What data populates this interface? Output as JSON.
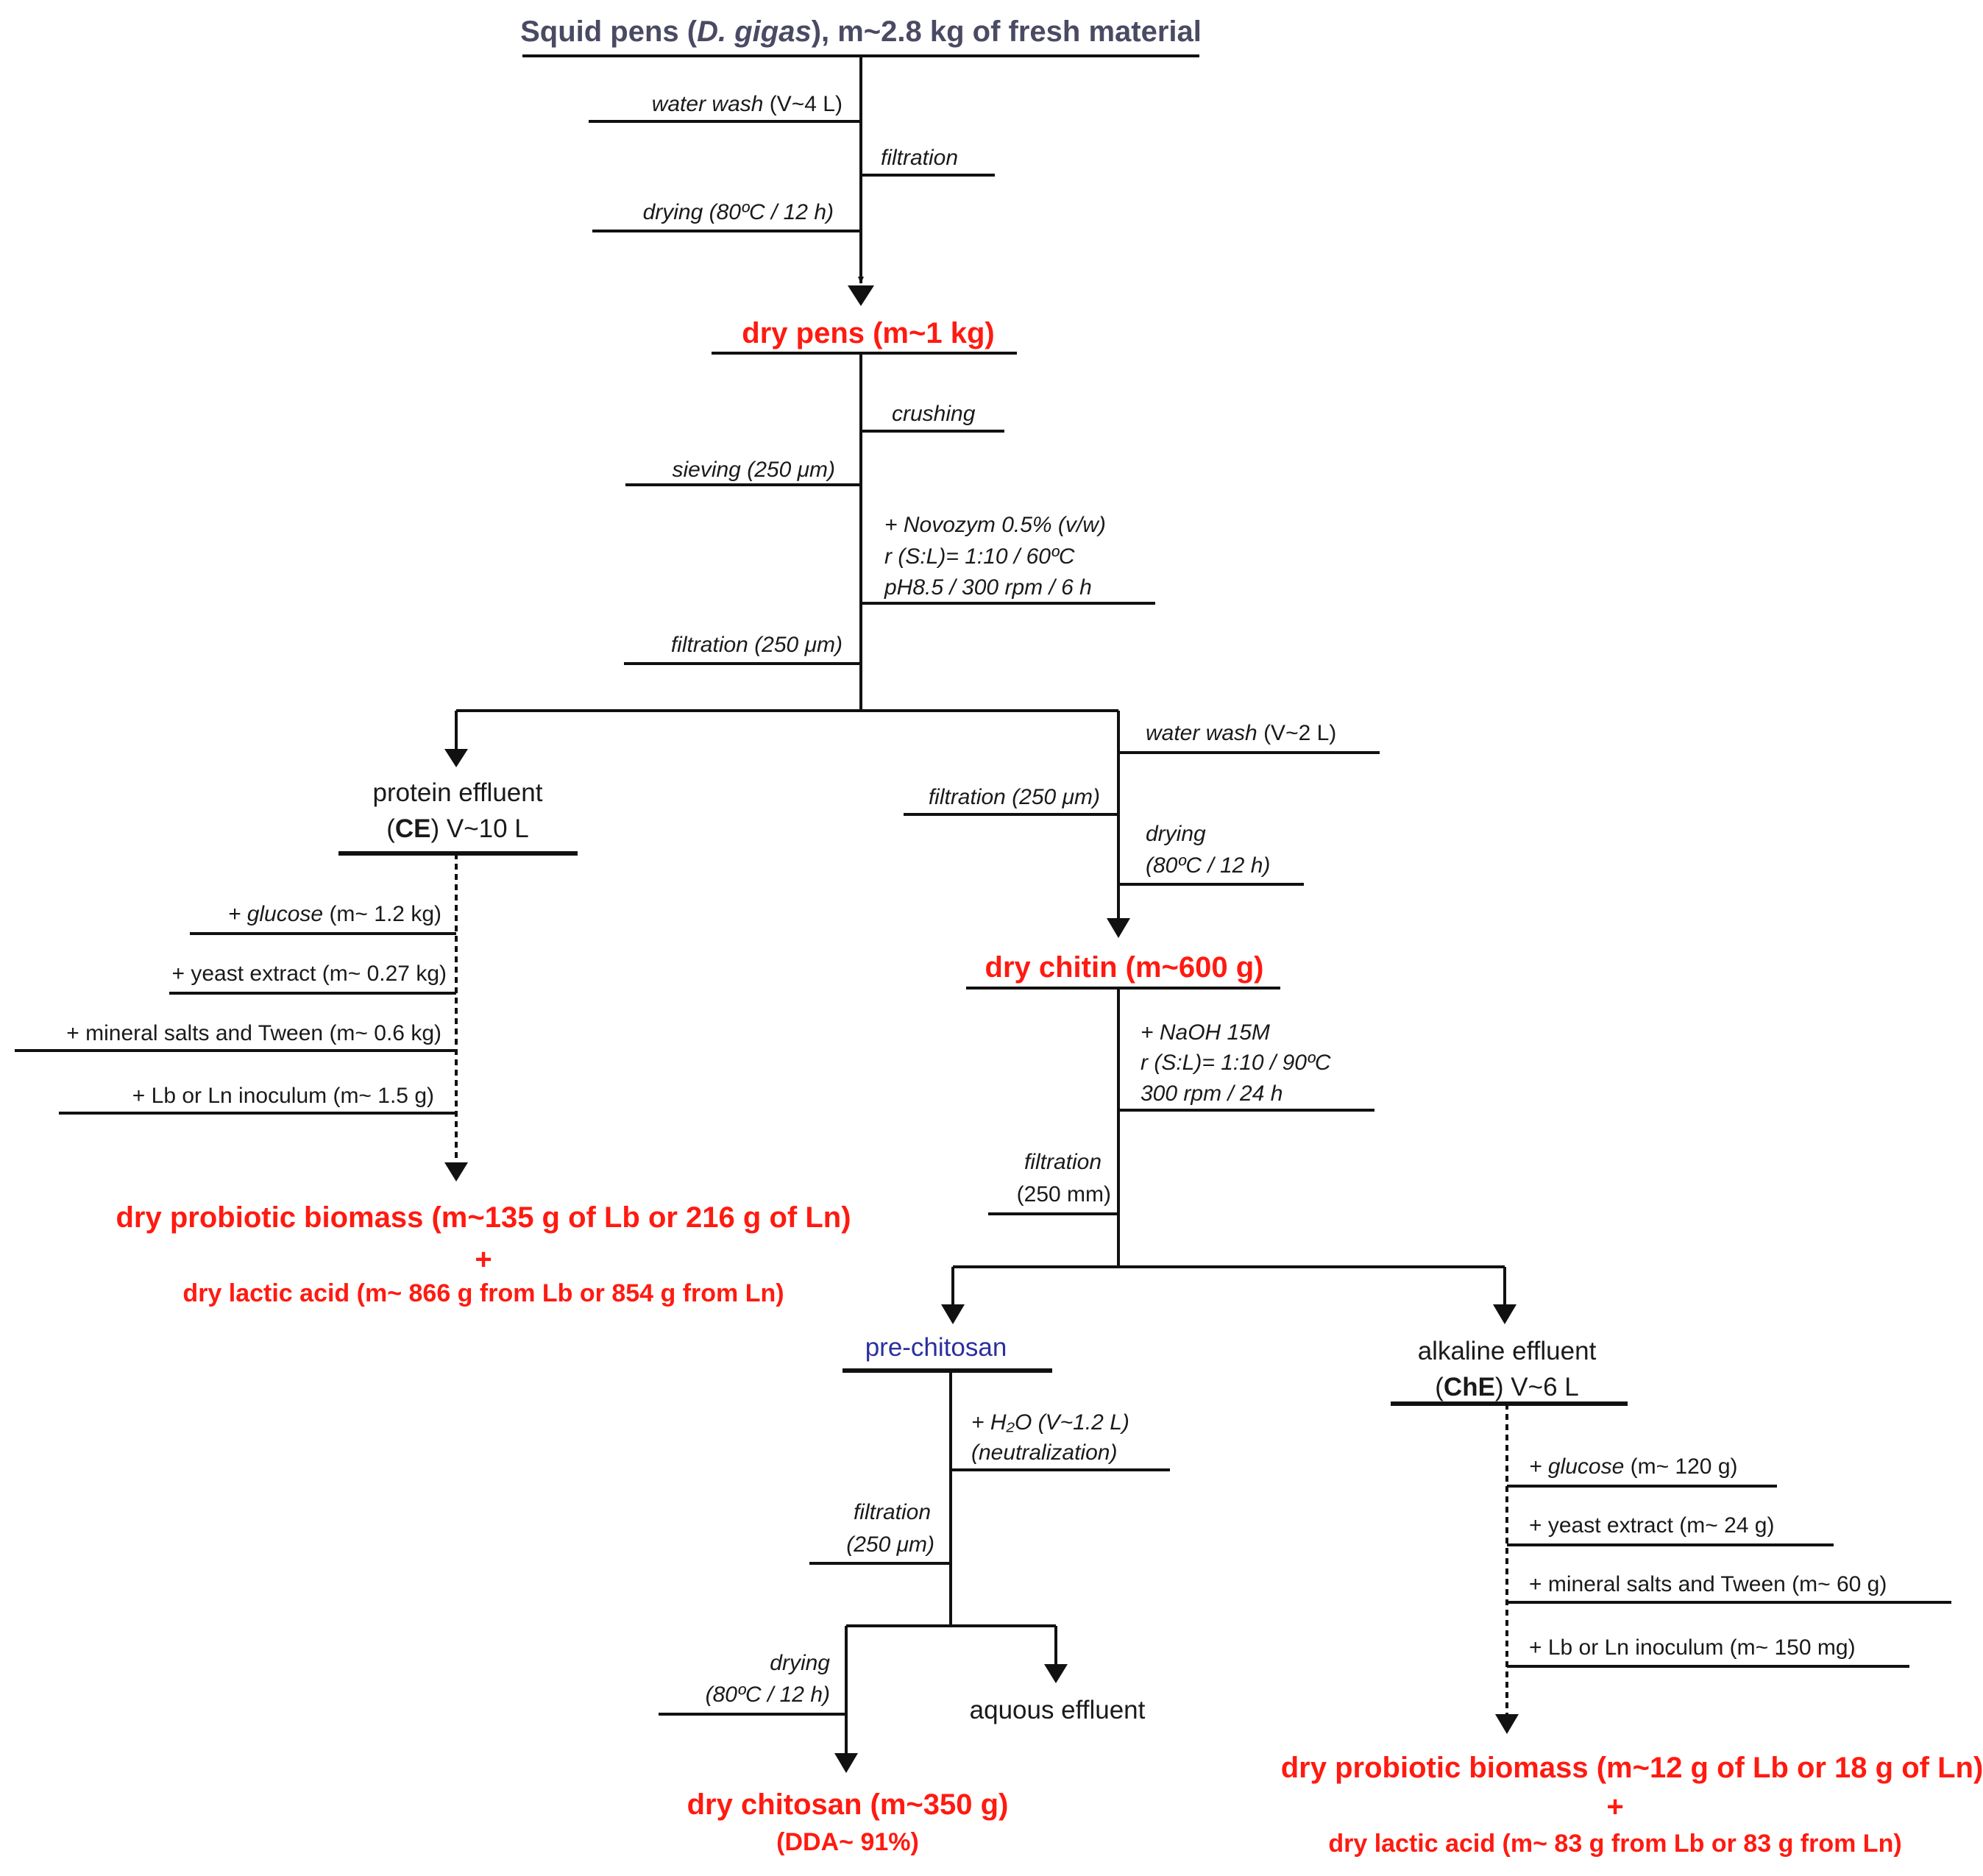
{
  "top": {
    "title_pre": "Squid pens (",
    "title_species": "D. gigas",
    "title_post": "), m~2.8 kg of fresh material",
    "water_wash_it": "water wash",
    "water_wash_val": " (V~4  L)",
    "filtration": "filtration",
    "drying": "drying (80ºC / 12 h)"
  },
  "pens": {
    "title": "dry pens (m~1 kg)",
    "crushing": "crushing",
    "sieving": "sieving (250 μm)",
    "enzyme": [
      "+ Novozym 0.5% (v/w)",
      "r (S:L)= 1:10 / 60ºC",
      "pH8.5 / 300 rpm / 6 h"
    ],
    "filtration": "filtration (250 μm)"
  },
  "protein": {
    "line1": "protein effluent",
    "code": "CE",
    "volume": " V~10 L",
    "add_glucose_it": "+ glucose",
    "add_glucose_val": " (m~ 1.2 kg)",
    "add_yeast": "+ yeast extract (m~ 0.27 kg)",
    "add_minerals": "+ mineral salts and Tween (m~ 0.6 kg)",
    "add_inoculum": "+ Lb or Ln inoculum (m~ 1.5 g)",
    "result1": "dry probiotic biomass (m~135 g of Lb or 216 g of Ln)",
    "plus": "+",
    "result2": "dry lactic acid (m~ 866 g from Lb or 854 g from Ln)"
  },
  "chitin_branch": {
    "water_wash_it": "water wash",
    "water_wash_val": " (V~2  L)",
    "filtration": "filtration (250 μm)",
    "drying1": "drying",
    "drying2": "(80ºC / 12 h)"
  },
  "chitin": {
    "title": "dry chitin (m~600 g)",
    "naoh": [
      "+ NaOH 15M",
      "r (S:L)= 1:10 / 90ºC",
      "300 rpm / 24 h"
    ],
    "filtration1": "filtration",
    "filtration2": "(250 mm)"
  },
  "prechitosan": {
    "title": "pre-chitosan",
    "water1": "+ H₂O (V~1.2  L)",
    "water2": "(neutralization)",
    "filtration1": "filtration",
    "filtration2": "(250 μm)",
    "drying1": "drying",
    "drying2": "(80ºC / 12 h)",
    "aqueous": "aquous effluent",
    "result1": "dry chitosan (m~350 g)",
    "result2": "(DDA~ 91%)"
  },
  "alkaline": {
    "line1": "alkaline effluent",
    "code": "ChE",
    "volume": " V~6 L",
    "add_glucose_it": "+ glucose",
    "add_glucose_val": " (m~ 120 g)",
    "add_yeast": "+ yeast extract (m~ 24 g)",
    "add_minerals": "+ mineral salts and Tween (m~ 60 g)",
    "add_inoculum": "+ Lb or Ln inoculum (m~ 150 mg)",
    "result1": "dry probiotic biomass (m~12 g of Lb or 18 g of Ln)",
    "plus": "+",
    "result2": "dry lactic acid (m~ 83 g from Lb or 83 g from Ln)"
  }
}
